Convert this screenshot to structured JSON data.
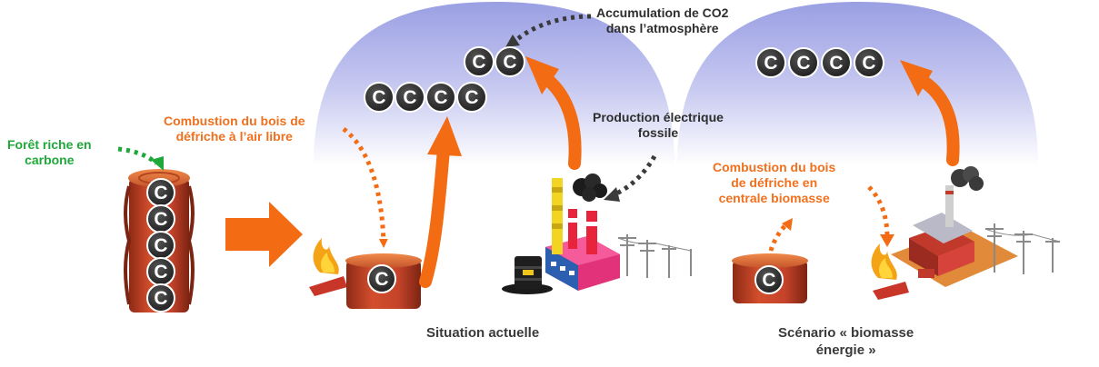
{
  "carbon_symbol": "C",
  "labels": {
    "forest": [
      "Forêt riche en",
      "carbone"
    ],
    "open_burning": [
      "Combustion du bois de",
      "défriche à l’air libre"
    ],
    "co2_accumulation": [
      "Accumulation de CO2",
      "dans l’atmosphère"
    ],
    "fossil_power": [
      "Production électrique",
      "fossile"
    ],
    "biomass_plant_burning": [
      "Combustion du bois",
      "de défriche en",
      "centrale biomasse"
    ],
    "situation_caption": "Situation actuelle",
    "scenario_caption": [
      "Scénario « biomasse",
      "énergie »"
    ]
  },
  "carbon_counts": {
    "forest_log": 5,
    "cleared_log_current": 1,
    "atmosphere_current_lower": 4,
    "atmosphere_current_upper": 2,
    "cleared_log_biomass": 1,
    "atmosphere_biomass": 4
  },
  "colors": {
    "accent_orange": "#f36b12",
    "forest_green": "#1fa83a",
    "dark_dots": "#3a3a3a",
    "sky_top": "#9fa3e4",
    "sky_bottom": "#ffffff",
    "wood": "#c8482a",
    "carbon_ball": "#2f2f2f"
  }
}
